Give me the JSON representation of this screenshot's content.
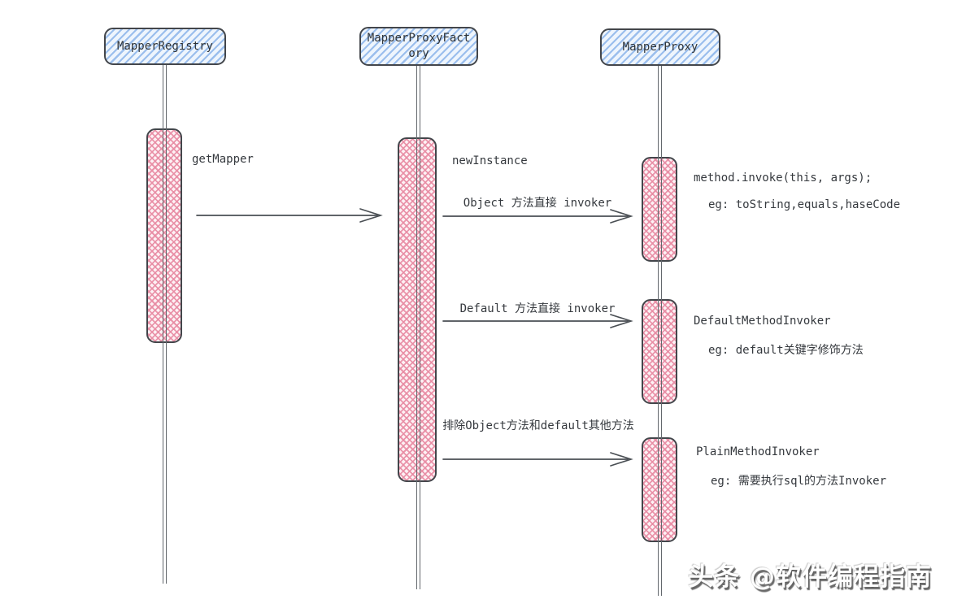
{
  "diagram": {
    "actors": [
      {
        "label": "MapperRegistry"
      },
      {
        "label": "MapperProxyFactory"
      },
      {
        "label": "MapperProxy"
      }
    ],
    "messages": [
      {
        "label": "getMapper"
      },
      {
        "label": "newInstance"
      },
      {
        "label": "Object 方法直接 invoker"
      },
      {
        "label": "Default 方法直接 invoker"
      },
      {
        "label": "排除Object方法和default其他方法"
      }
    ],
    "notes": [
      {
        "title": "method.invoke(this, args);",
        "example": "eg: toString,equals,haseCode"
      },
      {
        "title": "DefaultMethodInvoker",
        "example": "eg: default关键字修饰方法"
      },
      {
        "title": "PlainMethodInvoker",
        "example": "eg: 需要执行sql的方法Invoker"
      }
    ],
    "colors": {
      "actor_fill": "#eef5fd",
      "actor_hatch": "#8cb5ea",
      "activation_fill": "#fdf1f4",
      "activation_hatch": "#e88ba3",
      "stroke": "#43464b",
      "text": "#35393e"
    }
  },
  "watermark": {
    "text": "头条 @软件编程指南"
  }
}
